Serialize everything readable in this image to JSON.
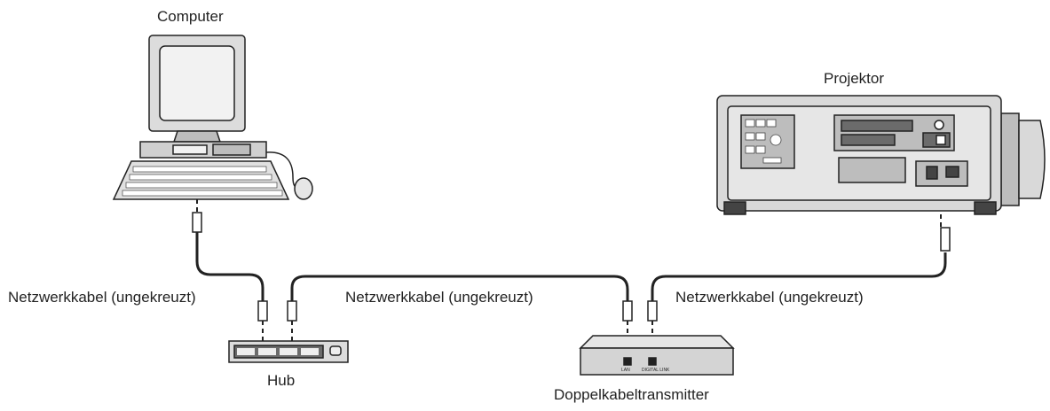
{
  "labels": {
    "computer": "Computer",
    "projector": "Projektor",
    "hub": "Hub",
    "transmitter": "Doppelkabeltransmitter",
    "cable_left": "Netzwerkkabel (ungekreuzt)",
    "cable_middle": "Netzwerkkabel (ungekreuzt)",
    "cable_right": "Netzwerkkabel (ungekreuzt)",
    "port_lan": "LAN",
    "port_digital_link": "DIGITAL LINK"
  },
  "colors": {
    "line": "#222222",
    "device_body": "#d9d9d9",
    "device_dark": "#6b6b6b",
    "device_light": "#eeeeee"
  }
}
